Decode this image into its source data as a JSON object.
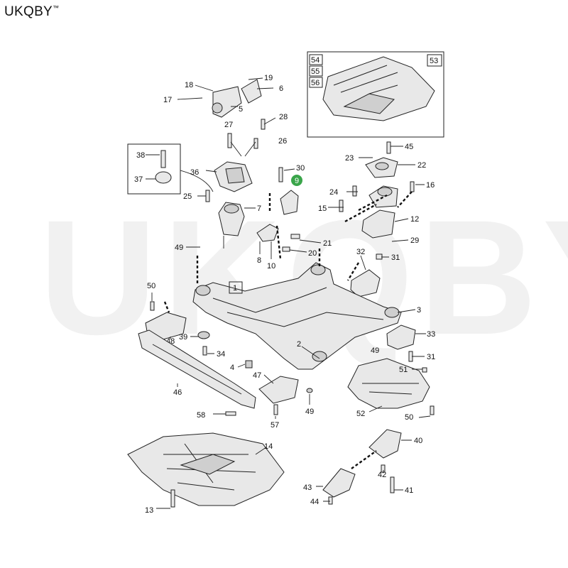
{
  "brand": {
    "name": "UKQBY",
    "tm": "™"
  },
  "watermark": "UKQBY™",
  "highlight_color": "#3aa54a",
  "callouts": {
    "c1": "1",
    "c2": "2",
    "c3": "3",
    "c4": "4",
    "c5": "5",
    "c6": "6",
    "c7": "7",
    "c8": "8",
    "c9": "9",
    "c10": "10",
    "c12": "12",
    "c13": "13",
    "c14": "14",
    "c15": "15",
    "c16": "16",
    "c17": "17",
    "c18": "18",
    "c19": "19",
    "c20": "20",
    "c21": "21",
    "c22": "22",
    "c23": "23",
    "c24": "24",
    "c25": "25",
    "c26": "26",
    "c27": "27",
    "c28": "28",
    "c29": "29",
    "c30": "30",
    "c31a": "31",
    "c31b": "31",
    "c32": "32",
    "c33": "33",
    "c34": "34",
    "c36": "36",
    "c37": "37",
    "c38": "38",
    "c39": "39",
    "c40": "40",
    "c41": "41",
    "c42": "42",
    "c43": "43",
    "c44": "44",
    "c45": "45",
    "c46": "46",
    "c47": "47",
    "c48": "48",
    "c49a": "49",
    "c49b": "49",
    "c49c": "49",
    "c50a": "50",
    "c50b": "50",
    "c51": "51",
    "c52": "52",
    "c53": "53",
    "c54": "54",
    "c55": "55",
    "c56": "56",
    "c57": "57",
    "c58": "58"
  }
}
